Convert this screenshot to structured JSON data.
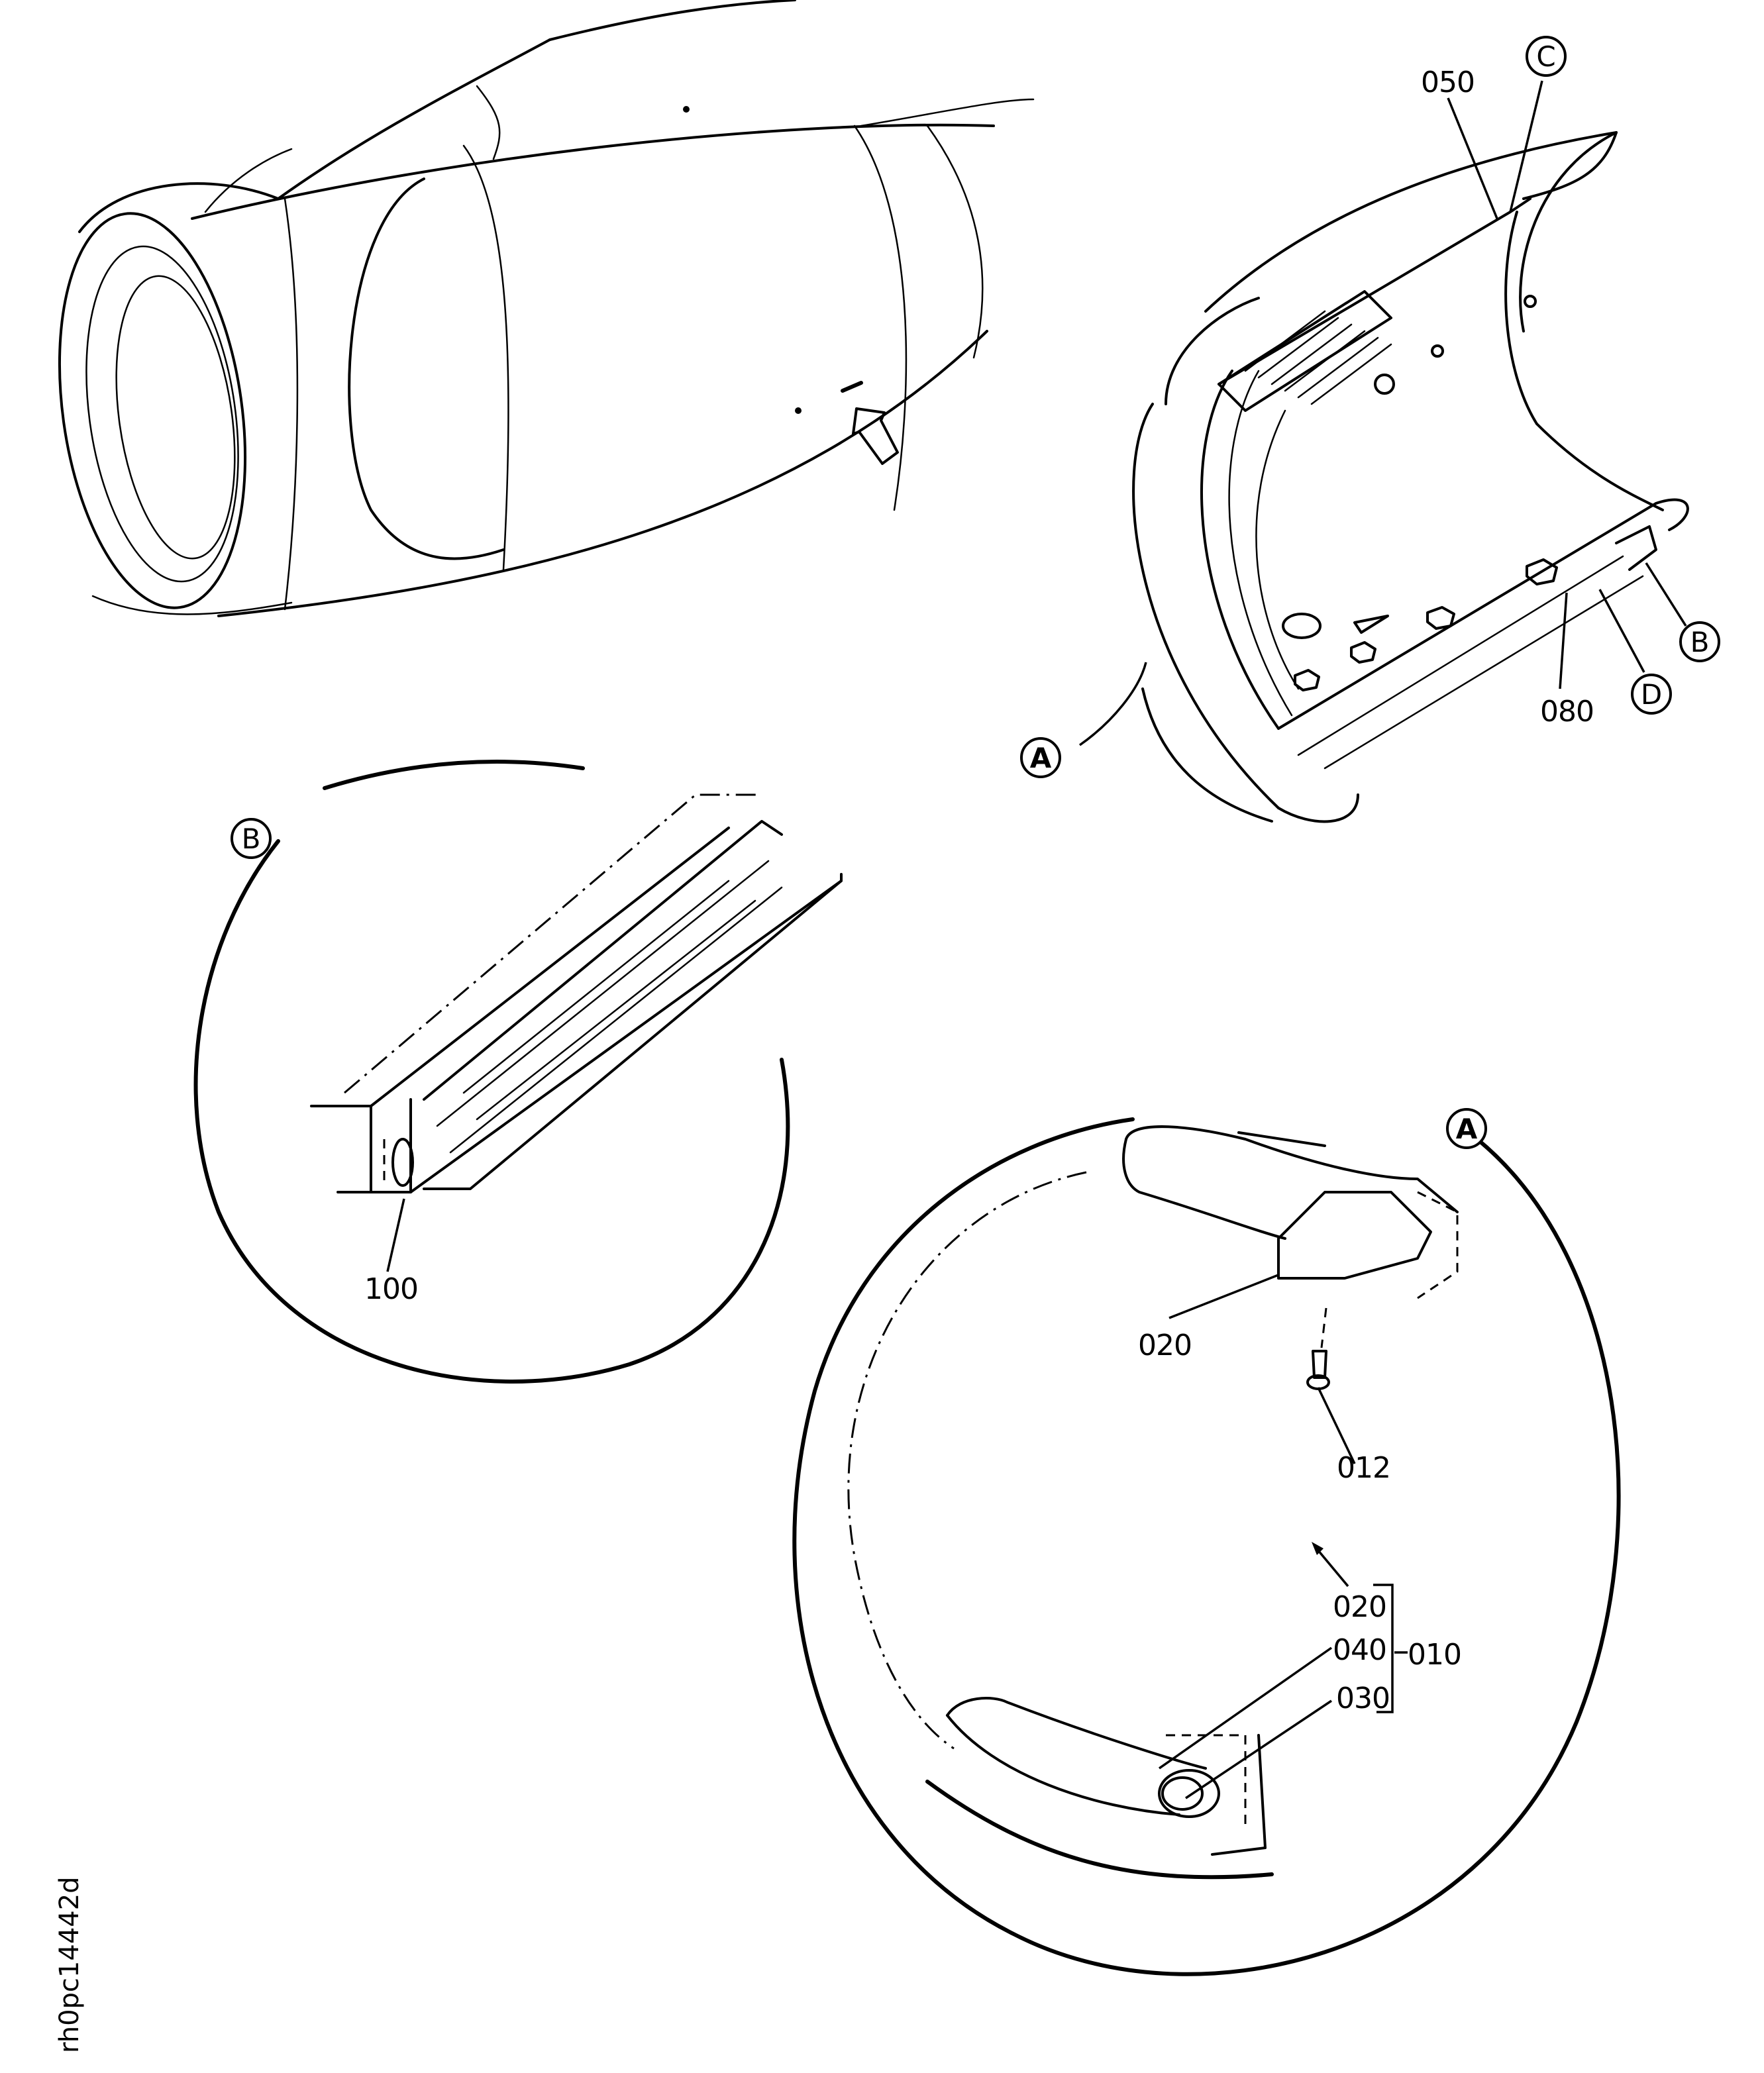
{
  "figure": {
    "id": "rh0pc14442d",
    "type": "exploded parts diagram",
    "subject": "engine nacelle / cowl"
  },
  "callouts": {
    "C": "C",
    "B_main": "B",
    "D": "D",
    "A_main": "A",
    "B_detail": "B",
    "A_detail": "A"
  },
  "item_numbers": {
    "i050": "050",
    "i080": "080",
    "i100": "100",
    "i020_a": "020",
    "i012": "012",
    "i020_b": "020",
    "i040": "040",
    "i030": "030",
    "i010": "010"
  },
  "assembly_group": {
    "parent": "010",
    "children": [
      "020",
      "040",
      "030"
    ]
  },
  "views": [
    {
      "name": "nacelle-overview",
      "note": "arrow points to location of cowl component"
    },
    {
      "name": "cowl-main-view",
      "callouts": [
        "A",
        "B",
        "C",
        "D"
      ],
      "items": [
        "050",
        "080"
      ]
    },
    {
      "name": "detail-B",
      "items": [
        "100"
      ]
    },
    {
      "name": "detail-A",
      "items": [
        "020",
        "012",
        "010",
        "020",
        "040",
        "030"
      ]
    }
  ]
}
